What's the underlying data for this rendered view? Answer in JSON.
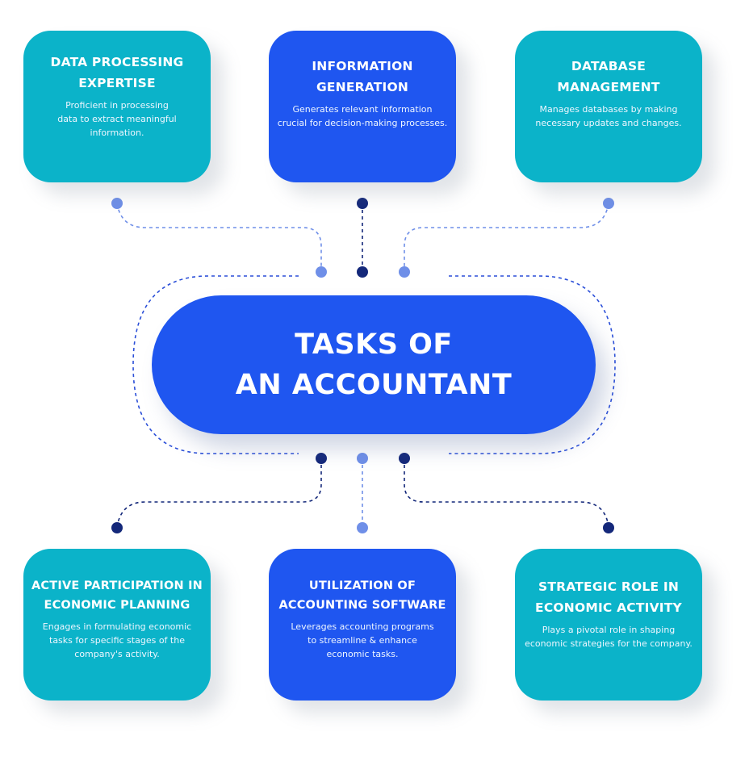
{
  "center": {
    "line1": "TASKS OF",
    "line2": "AN ACCOUNTANT"
  },
  "cards": [
    {
      "title_line1": "DATA PROCESSING",
      "title_line2": "EXPERTISE",
      "desc_line1": "Proficient in processing",
      "desc_line2": "data to extract meaningful",
      "desc_line3": "information."
    },
    {
      "title_line1": "INFORMATION",
      "title_line2": "GENERATION",
      "desc_line1": "Generates relevant information",
      "desc_line2": "crucial for decision-making processes.",
      "desc_line3": ""
    },
    {
      "title_line1": "DATABASE",
      "title_line2": "MANAGEMENT",
      "desc_line1": "Manages databases by making",
      "desc_line2": "necessary updates and changes.",
      "desc_line3": ""
    },
    {
      "title_line1": "ACTIVE PARTICIPATION IN",
      "title_line2": "ECONOMIC PLANNING",
      "desc_line1": "Engages in formulating economic",
      "desc_line2": "tasks for specific stages of the",
      "desc_line3": "company's activity."
    },
    {
      "title_line1": "UTILIZATION OF",
      "title_line2": "ACCOUNTING SOFTWARE",
      "desc_line1": "Leverages accounting programs",
      "desc_line2": "to streamline & enhance",
      "desc_line3": "economic tasks."
    },
    {
      "title_line1": "STRATEGIC ROLE IN",
      "title_line2": "ECONOMIC ACTIVITY",
      "desc_line1": "Plays a pivotal role in shaping",
      "desc_line2": "economic strategies for the company.",
      "desc_line3": ""
    }
  ],
  "colors": {
    "teal": "#0bb3c9",
    "blue": "#1f56f0",
    "dot_light": "#6f8fe8",
    "dot_dark": "#14287a",
    "line": "#2b4fd8"
  }
}
